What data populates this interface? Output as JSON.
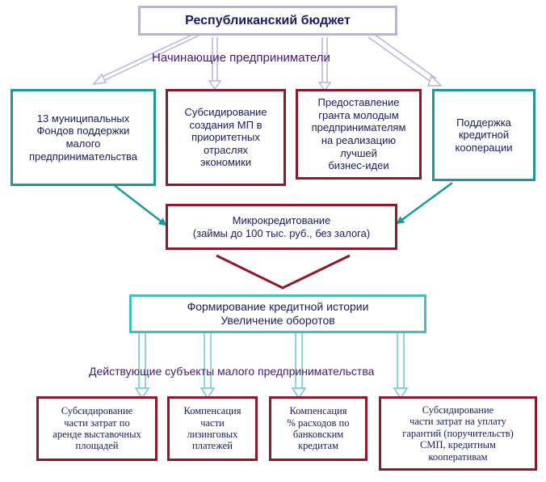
{
  "title": "Республиканский бюджет",
  "label_top": "Начинающие   предприниматели",
  "label_bottom": "Действующие субъекты малого предпринимательства",
  "top_boxes": [
    {
      "text": "13 муниципальных\nФондов поддержки\nмалого\nпредпринимательства"
    },
    {
      "text": "Субсидирование\nсоздания  МП в\nприоритетных\nотраслях\nэкономики"
    },
    {
      "text": "Предоставление\nгранта молодым\nпредпринимателям\nна реализацию\nлучшей\nбизнес-идеи"
    },
    {
      "text": "Поддержка\nкредитной\nкооперации"
    }
  ],
  "micro": "Микрокредитование\n(займы до 100 тыс. руб., без залога)",
  "credit": "Формирование кредитной истории\nУвеличение оборотов",
  "bottom_boxes": [
    {
      "text": "Субсидирование\nчасти затрат по\nаренде выставочных\nплощадей"
    },
    {
      "text": "Компенсация\nчасти\nлизинговых\nплатежей"
    },
    {
      "text": "Компенсация\n%  расходов по\nбанковским\nкредитам"
    },
    {
      "text": "Субсидирование\nчасти затрат на уплату\nгарантий (поручительств)\nСМП, кредитным\nкооперативам"
    }
  ],
  "colors": {
    "lavender": "#b4b4e0",
    "teal": "#1a9a9a",
    "maroon": "#8b1a2a",
    "text": "#1a1a66",
    "label": "#4b1870"
  }
}
